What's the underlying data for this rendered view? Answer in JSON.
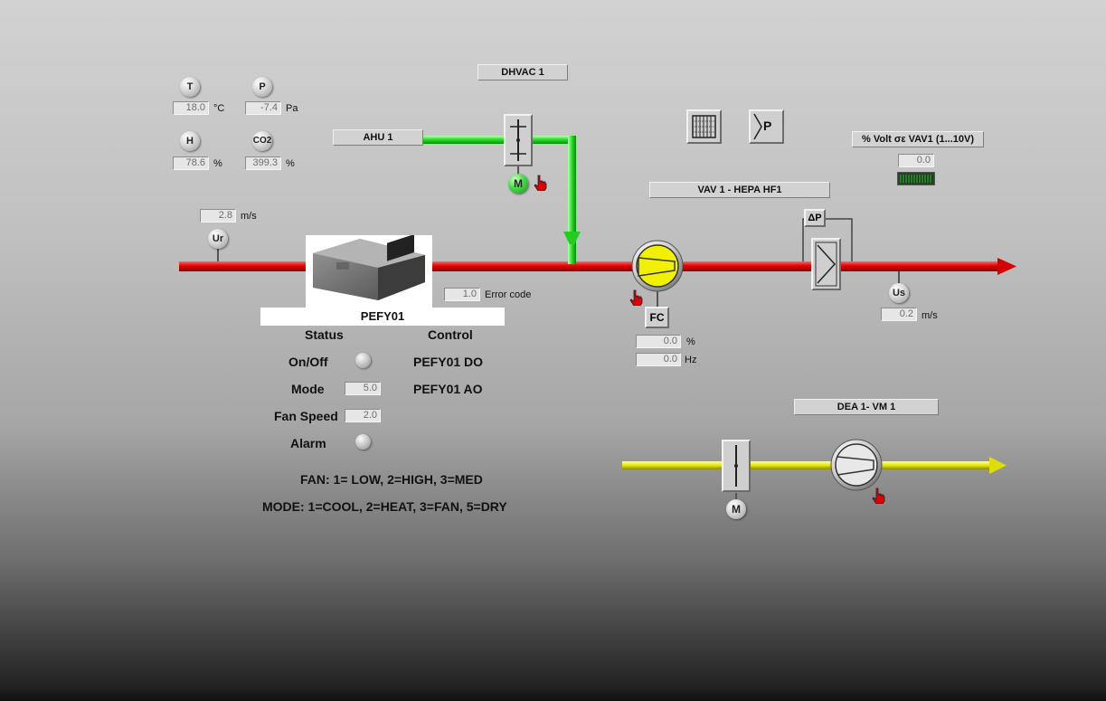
{
  "sensors": {
    "temperature": {
      "icon": "T",
      "value": "18.0",
      "unit": "°C"
    },
    "pressure": {
      "icon": "P",
      "value": "-7.4",
      "unit": "Pa"
    },
    "humidity": {
      "icon": "H",
      "value": "78.6",
      "unit": "%"
    },
    "co2": {
      "icon": "CO2",
      "value": "399.3",
      "unit": "%"
    },
    "airspeed_in": {
      "icon": "Ur",
      "value": "2.8",
      "unit": "m/s"
    },
    "airspeed_out": {
      "icon": "Us",
      "value": "0.2",
      "unit": "m/s"
    }
  },
  "labels": {
    "dhvac": "DHVAC 1",
    "ahu": "AHU 1",
    "vav": "VAV 1 - HEPA HF1",
    "volt_label": "% Volt σε VAV1 (1...10V)",
    "dea": "DEA 1- VM 1",
    "damper_motor": "M",
    "dea_motor": "M",
    "fan_control": "FC",
    "delta_p": "ΔP",
    "pressure_button": "P"
  },
  "volt": {
    "value": "0.0",
    "bar_level": 0
  },
  "error": {
    "value": "1.0",
    "label": "Error code"
  },
  "fan_control": {
    "percent": "0.0",
    "percent_unit": "%",
    "hz": "0.0",
    "hz_unit": "Hz"
  },
  "pefy": {
    "name": "PEFY01",
    "status_header": "Status",
    "control_header": "Control",
    "onoff_label": "On/Off",
    "mode_label": "Mode",
    "mode_value": "5.0",
    "fanspeed_label": "Fan Speed",
    "fanspeed_value": "2.0",
    "alarm_label": "Alarm",
    "control_do": "PEFY01 DO",
    "control_ao": "PEFY01 AO"
  },
  "legend": {
    "fan": "FAN:  1= LOW, 2=HIGH, 3=MED",
    "mode": "MODE:   1=COOL, 2=HEAT, 3=FAN, 5=DRY"
  },
  "colors": {
    "supply_duct": "#e00000",
    "fresh_air_duct": "#22dd22",
    "exhaust_duct": "#e6e600",
    "fan_active": "#f0f000"
  }
}
